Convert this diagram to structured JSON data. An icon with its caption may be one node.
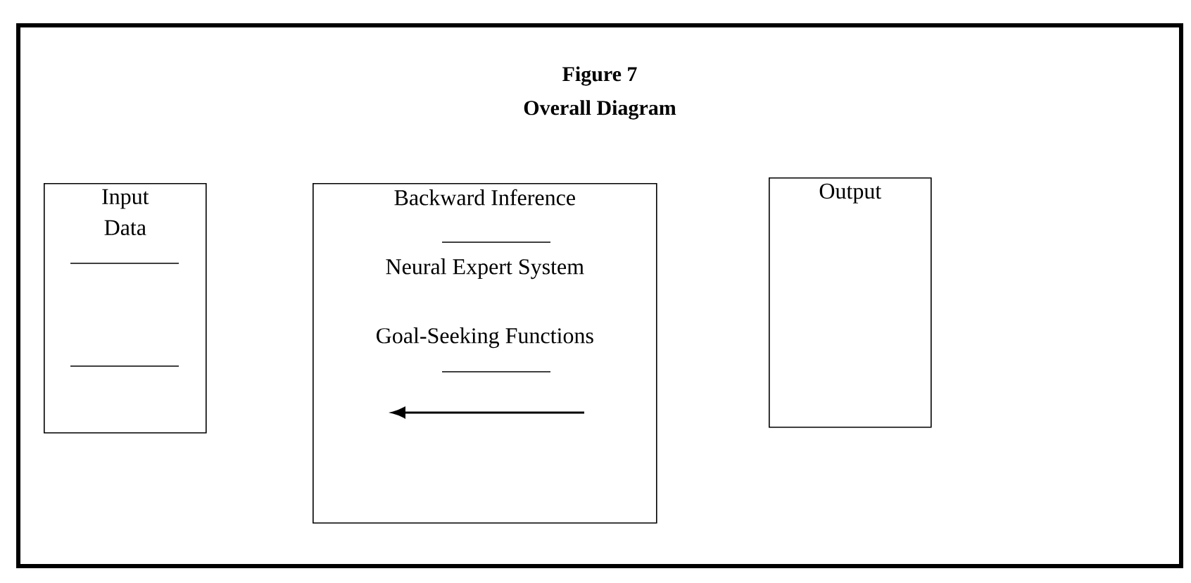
{
  "diagram": {
    "title": "Overall Diagram",
    "caption": "Figure 7",
    "nodes": [
      {
        "text": [
          "Input Data"
        ]
      },
      {
        "text": [
          "Backward Inference",
          "Neural Expert System",
          "Goal-Seeking Functions"
        ]
      },
      {
        "text": [
          "Output"
        ]
      }
    ]
  }
}
